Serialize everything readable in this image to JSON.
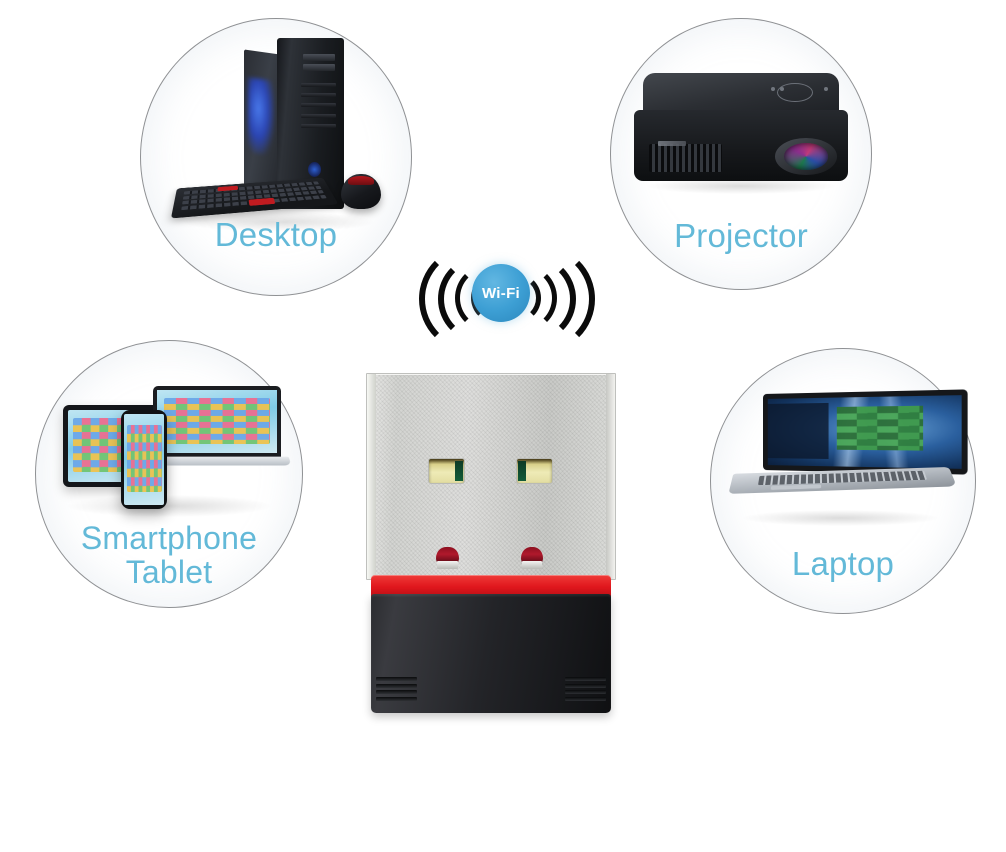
{
  "scene": {
    "background_color": "#ffffff",
    "label_color": "#63b9d8",
    "circle_outline_color": "#8f9194"
  },
  "wifi": {
    "badge_label": "Wi-Fi",
    "badge_color": "#3d9fd4",
    "wave_color": "#0b0b0b",
    "wave_count_per_side": 4,
    "icon": "wifi-waves-icon"
  },
  "devices": [
    {
      "id": "desktop",
      "label": "Desktop",
      "label_lines": [
        "Desktop"
      ],
      "icon": "desktop-computer-icon",
      "contents": [
        "tower-case",
        "keyboard",
        "mouse"
      ]
    },
    {
      "id": "projector",
      "label": "Projector",
      "label_lines": [
        "Projector"
      ],
      "icon": "projector-icon",
      "contents": [
        "projector-body",
        "lens",
        "vent-grille",
        "control-pad"
      ]
    },
    {
      "id": "smartphone-tablet",
      "label": "Smartphone Tablet",
      "label_lines": [
        "Smartphone",
        "Tablet"
      ],
      "icon": "smartphone-tablet-icon",
      "contents": [
        "tablet",
        "smartphone",
        "laptop"
      ]
    },
    {
      "id": "laptop",
      "label": "Laptop",
      "label_lines": [
        "Laptop"
      ],
      "icon": "laptop-icon",
      "contents": [
        "notebook-screen",
        "keyboard-base",
        "touchpad"
      ]
    }
  ],
  "product": {
    "name": "usb-wifi-adapter",
    "connector_type": "USB-A",
    "connector_color": "#d6d7d4",
    "collar_color": "#e0171d",
    "body_color": "#1c1d21",
    "contact_window_color": "#eeebb6",
    "latch_color": "#b0192c",
    "contact_window_count": 2,
    "latch_count": 2,
    "grip_groove_count_per_side": 4
  }
}
